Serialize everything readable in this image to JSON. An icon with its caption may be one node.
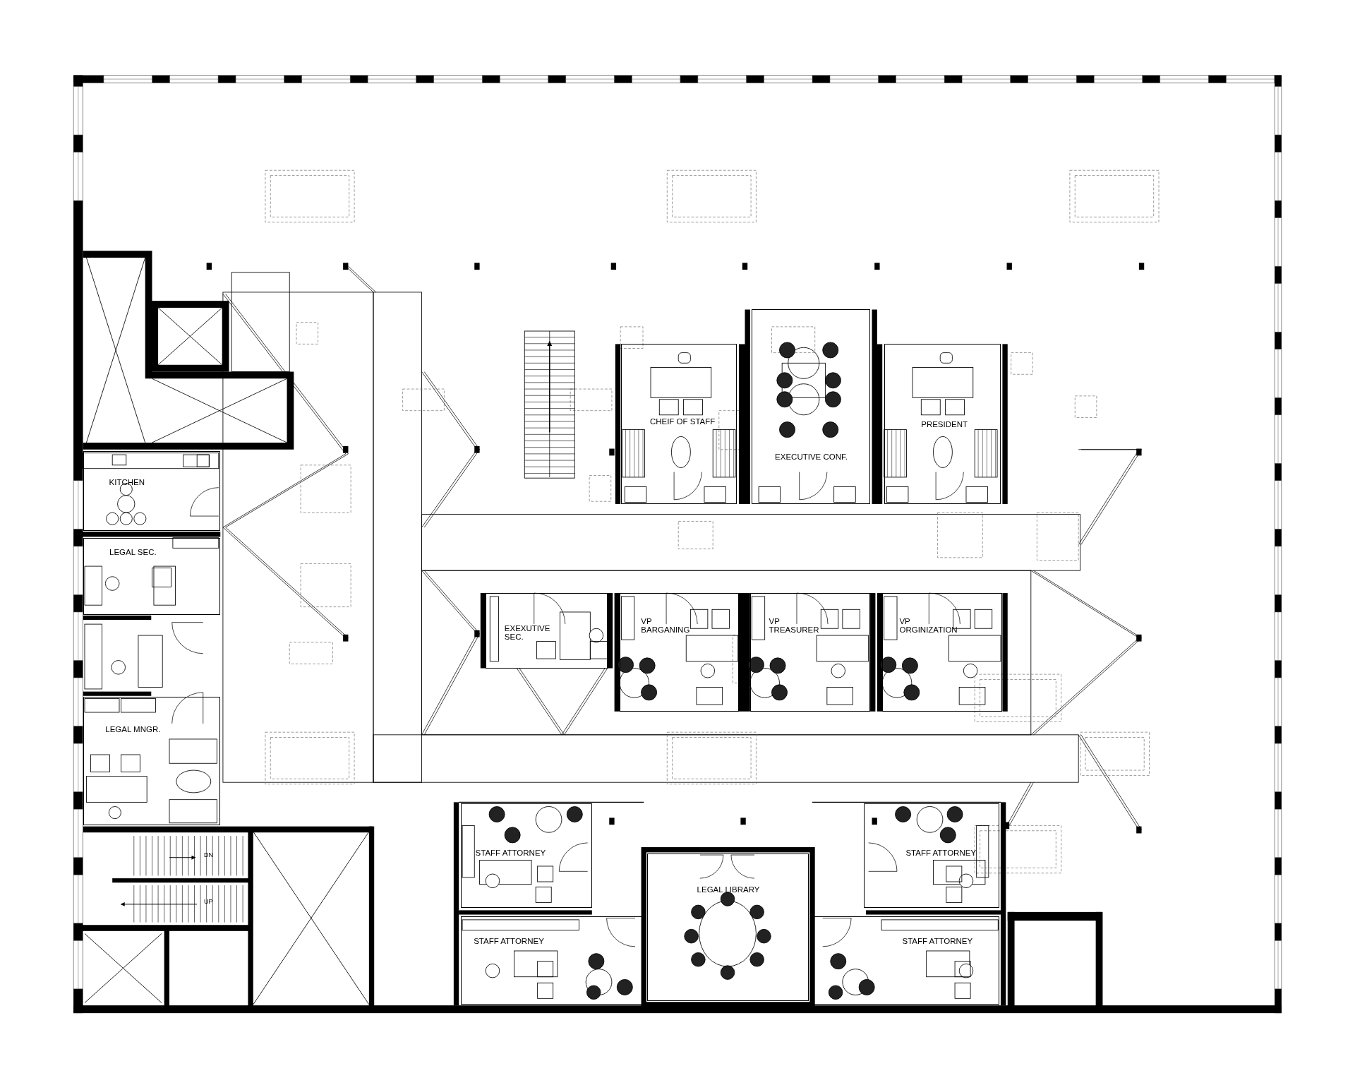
{
  "diagram": {
    "nodes": [
      {
        "text": [
          "KITCHEN"
        ]
      },
      {
        "text": [
          "LEGAL SEC."
        ]
      },
      {
        "text": [
          "LEGAL MNGR."
        ]
      },
      {
        "text": [
          "CHEIF OF STAFF"
        ]
      },
      {
        "text": [
          "EXECUTIVE CONF."
        ]
      },
      {
        "text": [
          "PRESIDENT"
        ]
      },
      {
        "text": [
          "EXEXUTIVE SEC."
        ]
      },
      {
        "text": [
          "VP BARGANING"
        ]
      },
      {
        "text": [
          "VP TREASURER"
        ]
      },
      {
        "text": [
          "VP ORGINIZATION"
        ]
      },
      {
        "text": [
          "STAFF ATTORNEY"
        ]
      },
      {
        "text": [
          "STAFF ATTORNEY"
        ]
      },
      {
        "text": [
          "LEGAL LIBRARY"
        ]
      },
      {
        "text": [
          "STAFF ATTORNEY"
        ]
      },
      {
        "text": [
          "STAFF ATTORNEY"
        ]
      }
    ],
    "labels": [
      "DN",
      "UP"
    ]
  }
}
